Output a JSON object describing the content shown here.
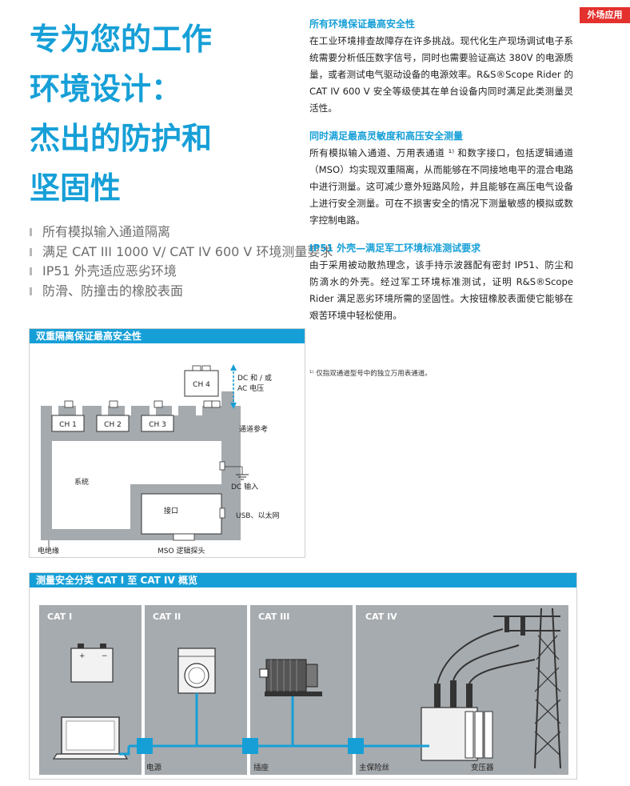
{
  "tag": "外场应用",
  "headline": [
    "专为您的工作",
    "环境设计：",
    "杰出的防护和",
    "坚固性"
  ],
  "bullets": [
    "所有模拟输入通道隔离",
    "满足 CAT III 1000 V/ CAT IV 600 V 环境测量要求",
    "IP51 外壳适应恶劣环境",
    "防滑、防撞击的橡胶表面"
  ],
  "sections": [
    {
      "title": "所有环境保证最高安全性",
      "body": "在工业环境排查故障存在许多挑战。现代化生产现场调试电子系统需要分析低压数字信号，同时也需要验证高达 380V 的电源质量，或者测试电气驱动设备的电源效率。R&S®Scope Rider 的 CAT IV 600 V 安全等级使其在单台设备内同时满足此类测量灵活性。"
    },
    {
      "title": "同时满足最高灵敏度和高压安全测量",
      "body": "所有模拟输入通道、万用表通道 ¹⁾ 和数字接口，包括逻辑通道（MSO）均实现双重隔离，从而能够在不同接地电平的混合电路中进行测量。这可减少意外短路风险，并且能够在高压电气设备上进行安全测量。可在不损害安全的情况下测量敏感的模拟或数字控制电路。"
    },
    {
      "title": "IP51 外壳—满足军工环境标准测试要求",
      "body": "由于采用被动散热理念，该手持示波器配有密封 IP51、防尘和防滴水的外壳。经过军工环境标准测试，证明 R&S®Scope Rider 满足恶劣环境所需的坚固性。大按钮橡胶表面使它能够在艰苦环境中轻松使用。"
    }
  ],
  "footnote": "¹⁾ 仅指双通道型号中的独立万用表通道。",
  "isolation_diagram": {
    "title": "双重隔离保证最高安全性",
    "ch1": "CH 1",
    "ch2": "CH 2",
    "ch3": "CH 3",
    "ch4": "CH 4",
    "dc_ac_line1": "DC 和 / 或",
    "dc_ac_line2": "AC 电压",
    "channel_ref": "通道参考",
    "system": "系统",
    "dc_input": "DC 输入",
    "interface": "接口",
    "usb_eth": "USB、以太网",
    "insulation": "电绝缘",
    "mso_probe": "MSO 逻辑探头"
  },
  "cat_diagram": {
    "title": "测量安全分类 CAT I 至 CAT IV 概览",
    "cat1": "CAT I",
    "cat2": "CAT II",
    "cat3": "CAT III",
    "cat4": "CAT IV",
    "power": "电源",
    "socket": "插座",
    "main_fuse": "主保险丝",
    "transformer": "变压器",
    "accent_color": "#169fd7",
    "panel_color": "#a6abaf"
  }
}
